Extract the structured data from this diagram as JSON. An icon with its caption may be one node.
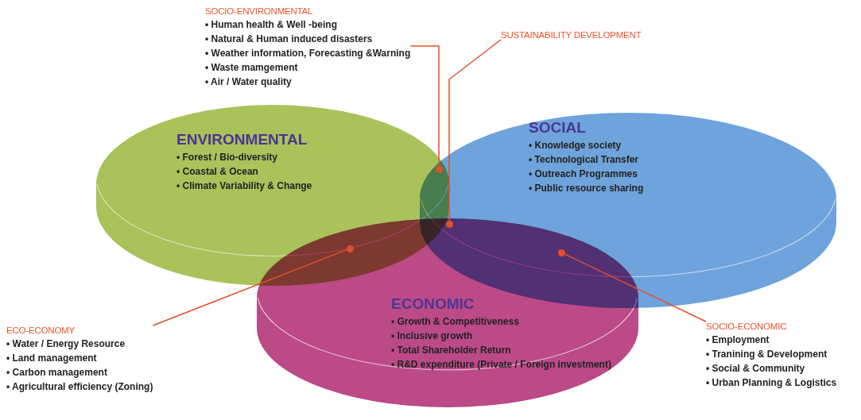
{
  "diagram": {
    "nodes": [
      {
        "text": [
          "ENVIRONMENTAL",
          "• Forest / Bio-diversity",
          "• Coastal & Ocean",
          "• Climate Variability & Change"
        ]
      },
      {
        "text": [
          "SOCIAL",
          "• Knowledge society",
          "• Technological Transfer",
          "• Outreach Programmes",
          "• Public resource sharing"
        ]
      },
      {
        "text": [
          "ECONOMIC",
          "• Growth & Competitiveness",
          "• Inclusive growth",
          "• Total Shareholder Return",
          "• R&D expenditure (Private / Foreign investment)"
        ]
      },
      {
        "text": [
          "SOCIO-ENVIRONMENTAL",
          "• Human health & Well -being",
          "• Natural & Human induced disasters",
          "• Weather information, Forecasting &Warning",
          "• Waste mamgement",
          "• Air / Water quality"
        ]
      },
      {
        "text": [
          "SUSTAINABILITY DEVELOPMENT"
        ]
      },
      {
        "text": [
          "ECO-ECONOMY",
          "• Water / Energy Resource",
          "• Land management",
          "• Carbon management",
          "• Agricultural efficiency (Zoning)"
        ]
      },
      {
        "text": [
          "SOCIO-ECONOMIC",
          "• Employment",
          "• Tranining & Development",
          "• Social & Community",
          "• Urban Planning & Logistics"
        ]
      },
      {
        "text": [],
        "shape": "circle"
      },
      {
        "text": [],
        "shape": "circle"
      },
      {
        "text": [],
        "shape": "circle"
      },
      {
        "text": [],
        "shape": "circle"
      }
    ],
    "edges": [
      {
        "from": 3,
        "to": 8,
        "arrow": "none"
      },
      {
        "from": 4,
        "to": 9,
        "arrow": "none"
      },
      {
        "from": 5,
        "to": 7,
        "arrow": "none"
      },
      {
        "from": 6,
        "to": 10,
        "arrow": "none"
      }
    ]
  }
}
